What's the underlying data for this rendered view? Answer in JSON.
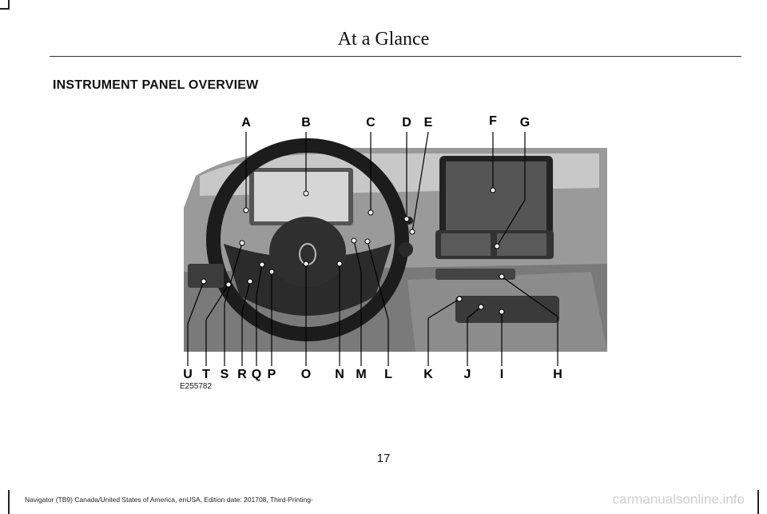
{
  "header": {
    "title": "At a Glance"
  },
  "section": {
    "heading": "INSTRUMENT PANEL OVERVIEW"
  },
  "figure": {
    "top_labels": [
      "A",
      "B",
      "C",
      "D",
      "E",
      "F",
      "G"
    ],
    "bottom_labels": [
      "U",
      "T",
      "S",
      "R",
      "Q",
      "P",
      "O",
      "N",
      "M",
      "L",
      "K",
      "J",
      "I",
      "H"
    ],
    "id": "E255782"
  },
  "page": {
    "number": "17"
  },
  "footer": {
    "text": "Navigator (TB9) Canada/United States of America, enUSA, Edition date: 201708, Third-Printing-"
  },
  "watermark": {
    "text": "carmanualsonline.info"
  }
}
